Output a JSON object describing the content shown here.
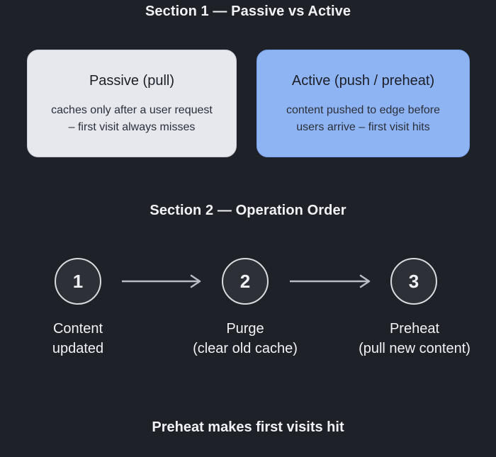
{
  "section1": {
    "title": "Section 1 — Passive vs Active",
    "passive": {
      "title": "Passive (pull)",
      "desc_line1": "caches only after a user request",
      "desc_line2": "– first visit always misses"
    },
    "active": {
      "title": "Active (push / preheat)",
      "desc_line1": "content pushed to edge before",
      "desc_line2": "users arrive – first visit hits"
    }
  },
  "section2": {
    "title": "Section 2 — Operation Order",
    "steps": [
      {
        "number": "1",
        "label_line1": "Content",
        "label_line2": "updated"
      },
      {
        "number": "2",
        "label_line1": "Purge",
        "label_line2": "(clear old cache)"
      },
      {
        "number": "3",
        "label_line1": "Preheat",
        "label_line2": "(pull new content)"
      }
    ]
  },
  "footer": {
    "note": "Preheat makes first visits hit"
  },
  "colors": {
    "background": "#1f2128",
    "passive_card": "#e6e8ee",
    "active_card": "#8fb4f4",
    "arrow": "#b9bcc5"
  }
}
